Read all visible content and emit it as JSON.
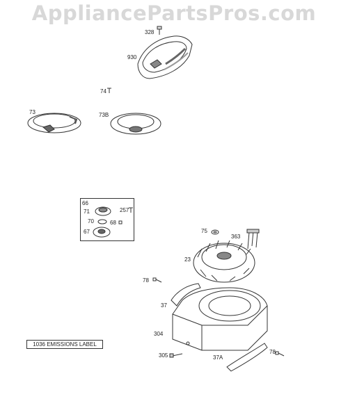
{
  "watermark": "AppliancePartsPros.com",
  "colors": {
    "line": "#333333",
    "watermark": "#d8d8d8",
    "shade": "#9a9a9a"
  },
  "labels": {
    "p328": "328",
    "p930": "930",
    "p74": "74",
    "p73": "73",
    "p73b": "73B",
    "p66": "66",
    "p71": "71",
    "p257": "257",
    "p70": "70",
    "p68": "68",
    "p67": "67",
    "p75": "75",
    "p363": "363",
    "p23": "23",
    "p78a": "78",
    "p37": "37",
    "p304": "304",
    "p305": "305",
    "p37a": "37A",
    "p78b": "78"
  },
  "emissions_label": "1036 EMISSIONS LABEL"
}
